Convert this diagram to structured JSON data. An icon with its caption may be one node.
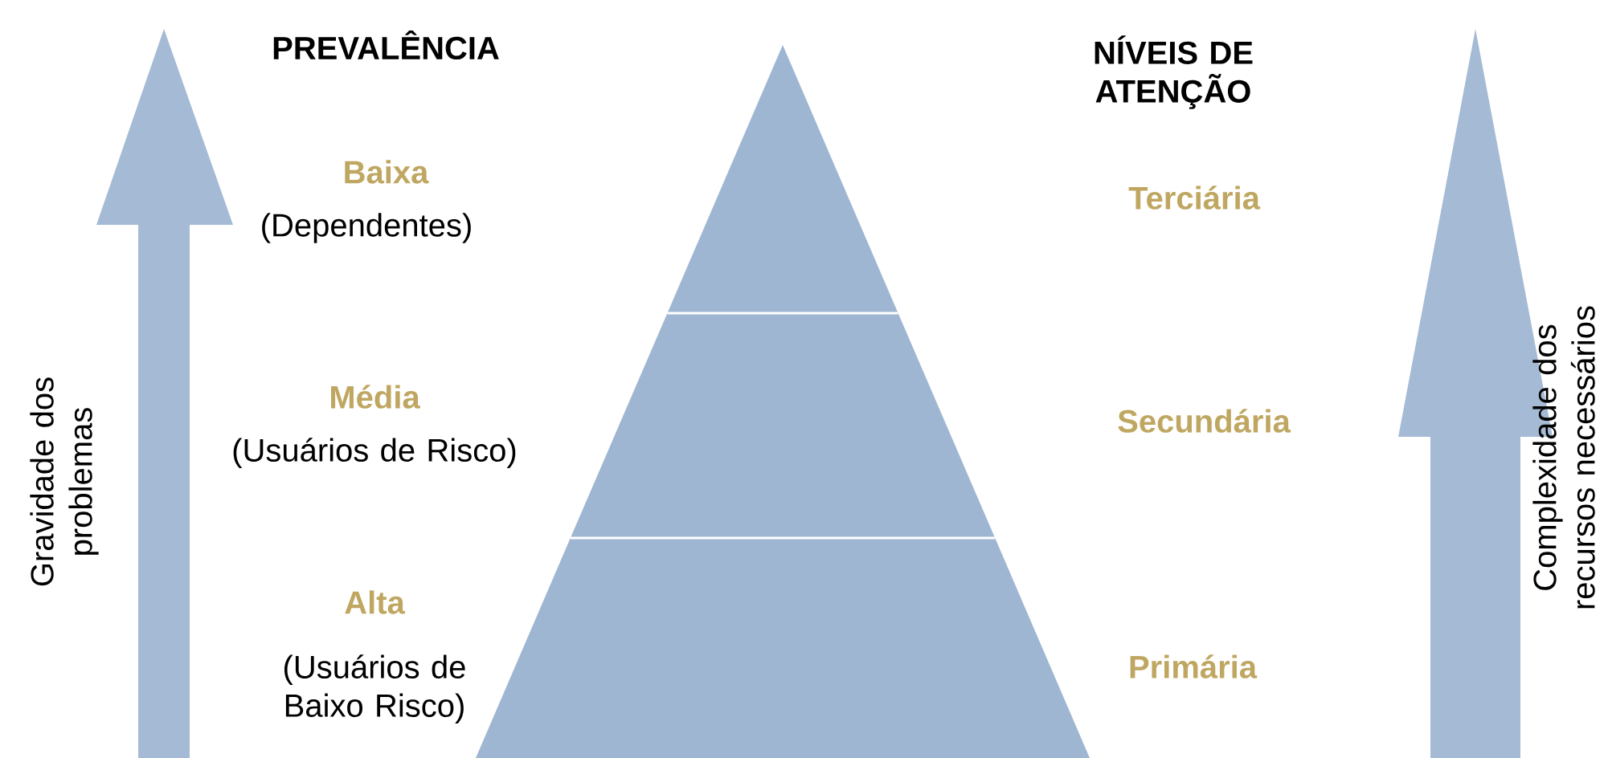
{
  "diagram": {
    "nodes": [
      {
        "text": [],
        "shape": "triangle"
      },
      {
        "text": [],
        "shape": "trapezoid"
      },
      {
        "text": [],
        "shape": "trapezoid"
      }
    ],
    "edges": [],
    "labels": [
      "PREVALÊNCIA",
      "NÍVEIS DE ATENÇÃO",
      "Baixa",
      "(Dependentes)",
      "Terciária",
      "Gravidade dos problemas",
      "Complexidade dos recursos necessários",
      "Média",
      "(Usuários de Risco)",
      "Secundária",
      "Alta",
      "(Usuários de Baixo Risco)",
      "Primária"
    ]
  }
}
